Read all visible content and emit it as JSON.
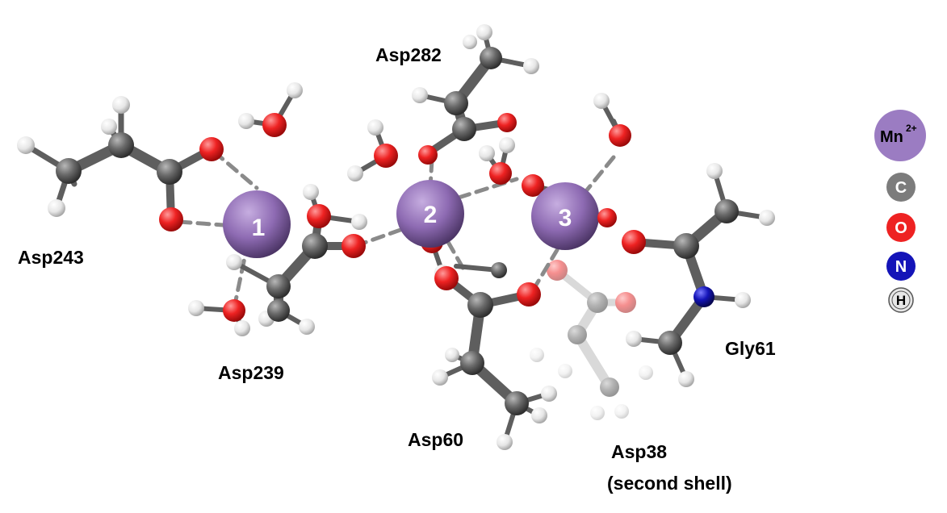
{
  "labels": {
    "asp243": "Asp243",
    "asp239": "Asp239",
    "asp282": "Asp282",
    "asp60": "Asp60",
    "asp38_line1": "Asp38",
    "asp38_line2": "(second shell)",
    "gly61": "Gly61"
  },
  "mn_sites": [
    "1",
    "2",
    "3"
  ],
  "legend": {
    "mn": "Mn",
    "mn_charge": "2+",
    "c": "C",
    "o": "O",
    "n": "N",
    "h": "H"
  },
  "colors": {
    "mn": "#8e6bb3",
    "carbon": "#6a6a6a",
    "oxygen": "#ee2222",
    "nitrogen": "#1414b8",
    "hydrogen": "#e6e6e6",
    "coordination": "#8a8a8a"
  }
}
